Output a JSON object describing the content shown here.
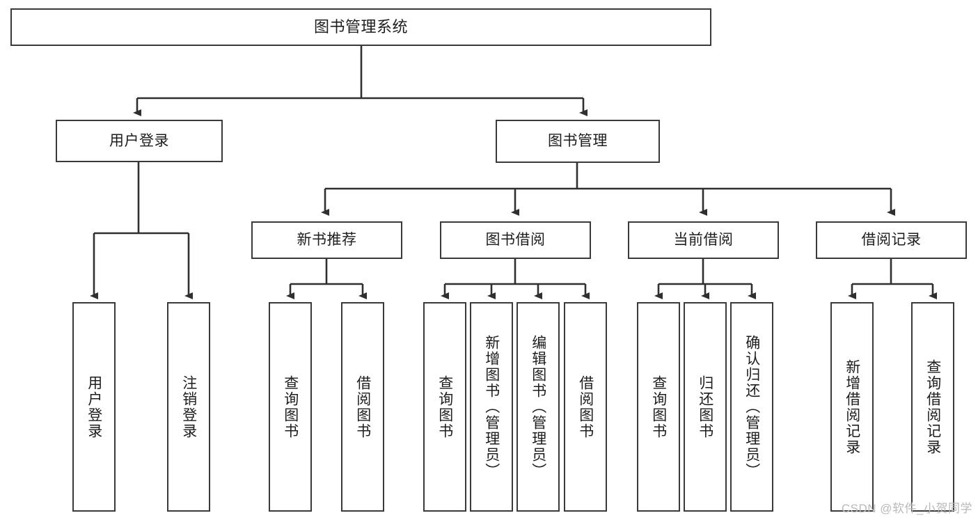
{
  "diagram": {
    "title": "图书管理系统",
    "watermark": "CSDN @软件_小贺同学",
    "type": "tree-hierarchy-diagram",
    "colors": {
      "box_border": "#3a3a3a",
      "box_fill": "#ffffff",
      "connector": "#2f2f2f",
      "text": "#1d1d1d",
      "watermark": "#b9b9b9",
      "background": "#ffffff"
    },
    "nodes": {
      "root": {
        "label": "图书管理系统"
      },
      "level2": [
        {
          "id": "user-login",
          "label": "用户登录"
        },
        {
          "id": "book-manage",
          "label": "图书管理"
        }
      ],
      "level3": [
        {
          "id": "new-book-recommend",
          "label": "新书推荐"
        },
        {
          "id": "book-borrow",
          "label": "图书借阅"
        },
        {
          "id": "current-borrow",
          "label": "当前借阅"
        },
        {
          "id": "borrow-record",
          "label": "借阅记录"
        }
      ],
      "leaves": {
        "user_login": [
          {
            "id": "leaf-user-login",
            "label": "用户登录"
          },
          {
            "id": "leaf-logout-login",
            "label": "注销登录"
          }
        ],
        "new_book_recommend": [
          {
            "id": "leaf-query-book-1",
            "label": "查询图书"
          },
          {
            "id": "leaf-borrow-book-1",
            "label": "借阅图书"
          }
        ],
        "book_borrow": [
          {
            "id": "leaf-query-book-2",
            "label": "查询图书"
          },
          {
            "id": "leaf-add-book",
            "label": "新增图书（管理员）"
          },
          {
            "id": "leaf-edit-book",
            "label": "编辑图书（管理员）"
          },
          {
            "id": "leaf-borrow-book-2",
            "label": "借阅图书"
          }
        ],
        "current_borrow": [
          {
            "id": "leaf-query-book-3",
            "label": "查询图书"
          },
          {
            "id": "leaf-return-book",
            "label": "归还图书"
          },
          {
            "id": "leaf-confirm-return",
            "label": "确认归还（管理员）"
          }
        ],
        "borrow_record": [
          {
            "id": "leaf-add-record",
            "label": "新增借阅记录"
          },
          {
            "id": "leaf-query-record",
            "label": "查询借阅记录"
          }
        ]
      }
    }
  }
}
